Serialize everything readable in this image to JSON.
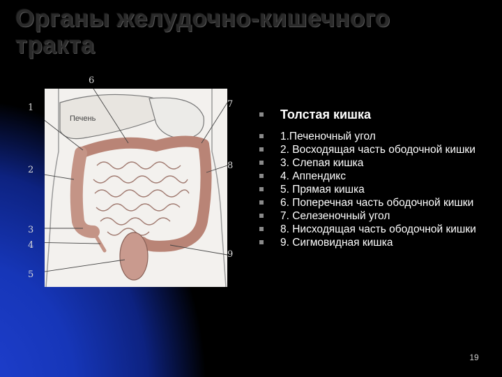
{
  "slide": {
    "title_line1": "Органы желудочно-кишечного",
    "title_line2": "тракта",
    "page_number": "19"
  },
  "figure": {
    "liver_label": "Печень",
    "numbers": [
      "1",
      "2",
      "3",
      "4",
      "5",
      "6",
      "7",
      "8",
      "9"
    ]
  },
  "list": {
    "heading": "Толстая кишка",
    "items": [
      "1.Печеночный угол",
      "2. Восходящая часть ободочной кишки",
      "3. Слепая кишка",
      "4. Аппендикс",
      "5. Прямая кишка",
      "6. Поперечная часть ободочной кишки",
      "7. Селезеночный угол",
      "8. Нисходящая часть ободочной кишки",
      "9. Сигмовидная кишка"
    ]
  },
  "colors": {
    "background": "#000000",
    "accent_blue": "#1f3fd0",
    "title_text": "#2a2a2a",
    "list_text": "#ffffff",
    "colon_fill": "#c99a8e",
    "bullet": "#8a8a8a"
  }
}
